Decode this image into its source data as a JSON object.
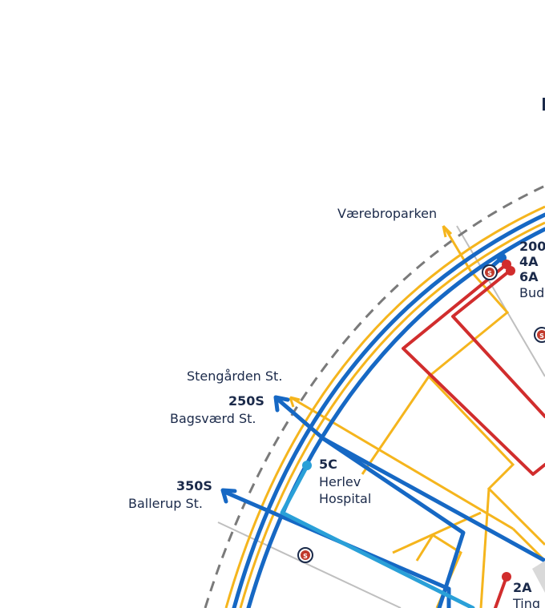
{
  "colors": {
    "blue": "#1668c4",
    "yellow": "#f5b51d",
    "red": "#d12d2d",
    "cyan": "#2aa0d8",
    "grey": "#bfbfbf",
    "dash": "#7a7a7a",
    "text": "#1b2a4a",
    "station_red": "#c0392b"
  },
  "labels": {
    "vaerebroparken": "Værebroparken",
    "stengarden": "Stengården St.",
    "r250s": "250S",
    "bagsvaerd": "Bagsværd St.",
    "r5c": "5C",
    "herlev1": "Herlev",
    "herlev2": "Hospital",
    "r350s": "350S",
    "ballerup": "Ballerup St.",
    "r200": "200",
    "r4a": "4A",
    "r6a": "6A",
    "bud": "Bud",
    "r2a": "2A",
    "ting": "Ting"
  },
  "station_symbol": "S",
  "icons": [
    "s-train-icon"
  ]
}
